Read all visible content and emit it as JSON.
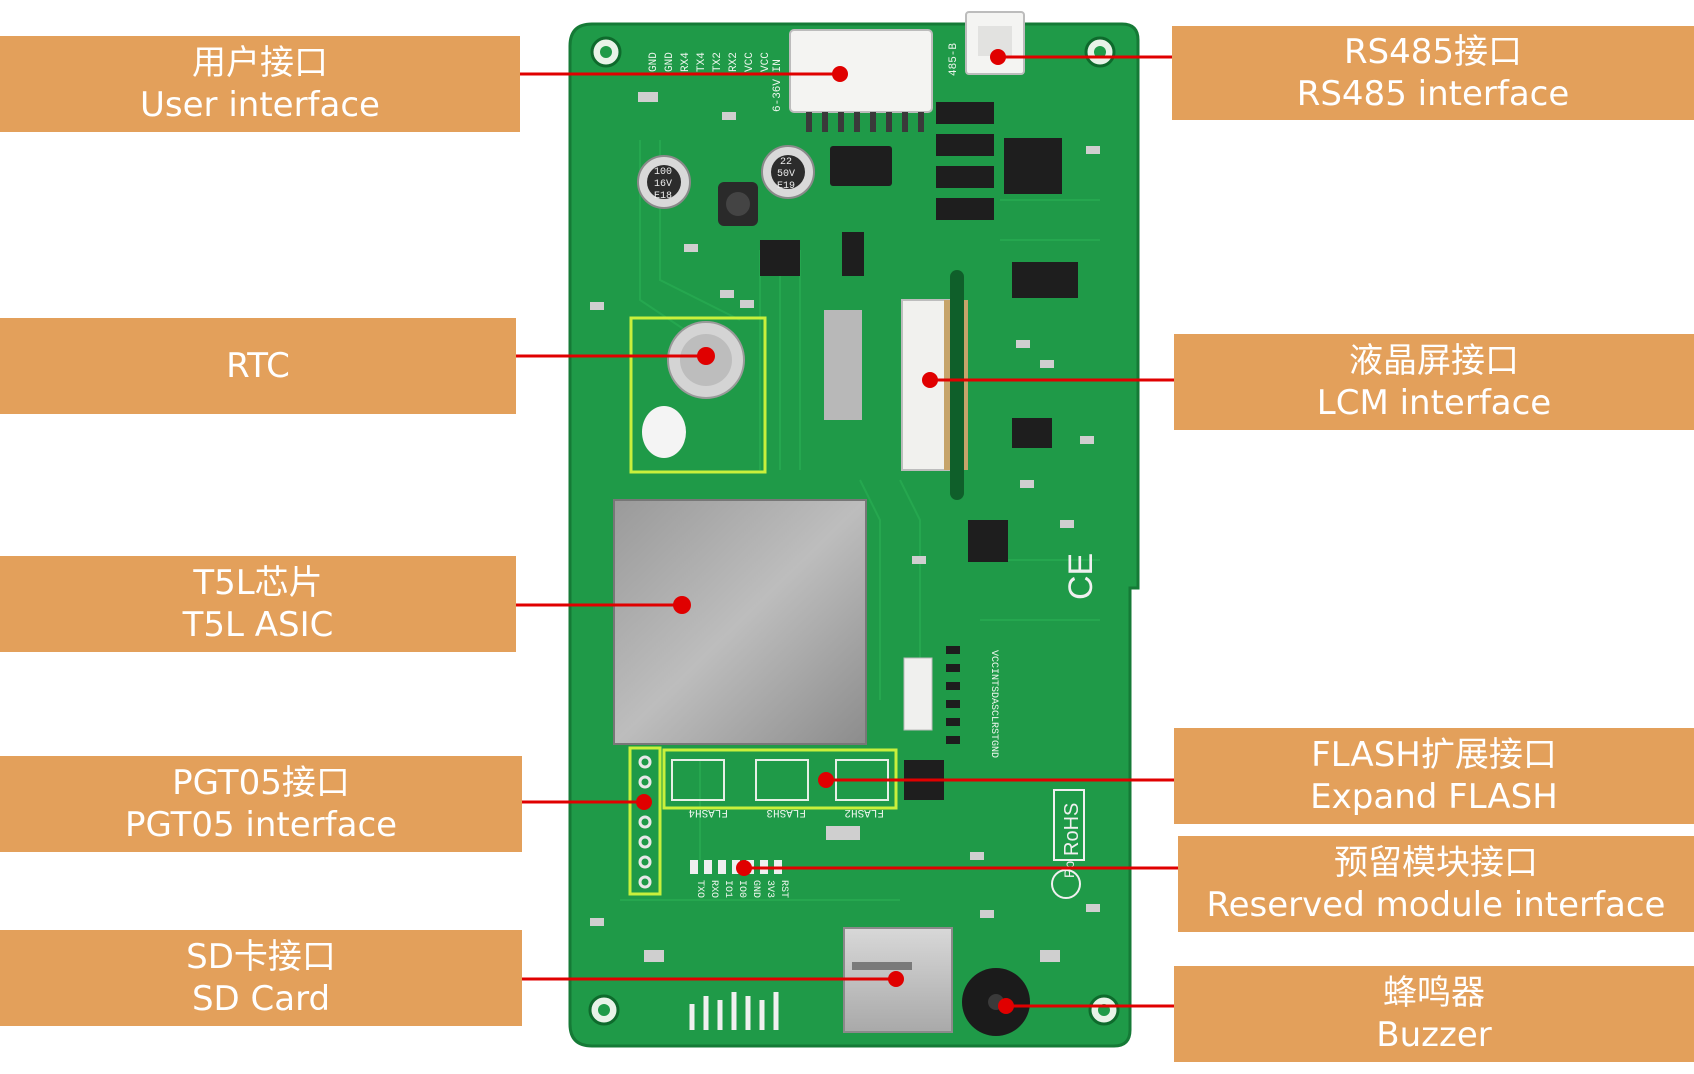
{
  "labels": {
    "user_interface": {
      "zh": "用户接口",
      "en": "User interface"
    },
    "rs485": {
      "zh": "RS485接口",
      "en": "RS485 interface"
    },
    "rtc": {
      "zh": "RTC",
      "en": ""
    },
    "lcm": {
      "zh": "液晶屏接口",
      "en": "LCM interface"
    },
    "t5l": {
      "zh": "T5L芯片",
      "en": "T5L ASIC"
    },
    "flash": {
      "zh": "FLASH扩展接口",
      "en": "Expand FLASH"
    },
    "pgt05": {
      "zh": "PGT05接口",
      "en": "PGT05 interface"
    },
    "reserved": {
      "zh": "预留模块接口",
      "en": "Reserved module interface"
    },
    "sd": {
      "zh": "SD卡接口",
      "en": "SD Card"
    },
    "buzzer": {
      "zh": "蜂鸣器",
      "en": "Buzzer"
    }
  },
  "silkscreen": {
    "power_pins": [
      "GND",
      "GND",
      "RX4",
      "TX4",
      "TX2",
      "RX2",
      "VCC",
      "VCC"
    ],
    "power_range": "6-36V IN",
    "rs485_pin": "485-B",
    "cap1": [
      "100",
      "16V",
      "E18"
    ],
    "cap2": [
      "22",
      "50V",
      "E19"
    ],
    "touch_pins": [
      "VCC",
      "INT",
      "SDA",
      "SCL",
      "RST",
      "GND"
    ],
    "flash_labels": [
      "FLASH4",
      "FLASH3",
      "FLASH2"
    ],
    "module_pins": [
      "TXO",
      "RXO",
      "IO1",
      "IO0",
      "GND",
      "3V3",
      "RST"
    ],
    "ce_mark": "CE",
    "rohs_mark": "RoHS",
    "pb_mark": "Pb"
  },
  "colors": {
    "label_bg": "#e3a05b",
    "label_text": "#ffffff",
    "leader": "#e00000",
    "board": "#1f9a48",
    "highlight": "#c8f03c"
  }
}
